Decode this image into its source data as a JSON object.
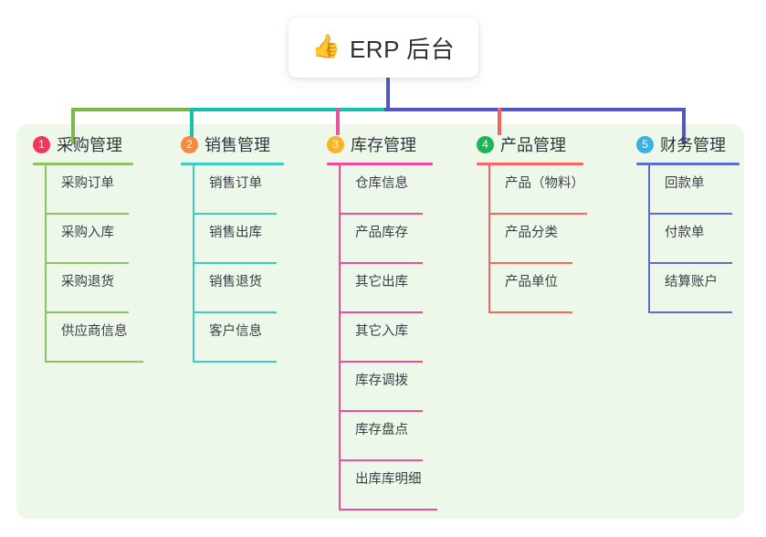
{
  "root": {
    "icon": "thumbs-up-icon",
    "icon_glyph": "👍",
    "title": "ERP 后台"
  },
  "colors": {
    "panel_bg": "#eef8ea",
    "stem": "#5356c4",
    "green": "#79ba47",
    "teal": "#17c2ad",
    "pink": "#e8559b",
    "red": "#f4635c",
    "blue": "#5356c4"
  },
  "columns": [
    {
      "number": "1",
      "title": "采购管理",
      "badge_color": "#ec3a5e",
      "line_color": "#8cc463",
      "items": [
        "采购订单",
        "采购入库",
        "采购退货",
        "供应商信息"
      ]
    },
    {
      "number": "2",
      "title": "销售管理",
      "badge_color": "#f58a41",
      "line_color": "#3fcbbf",
      "items": [
        "销售订单",
        "销售出库",
        "销售退货",
        "客户信息"
      ]
    },
    {
      "number": "3",
      "title": "库存管理",
      "badge_color": "#fab429",
      "line_color": "#ef4d9a",
      "items": [
        "仓库信息",
        "产品库存",
        "其它出库",
        "其它入库",
        "库存调拨",
        "库存盘点",
        "出库库明细"
      ]
    },
    {
      "number": "4",
      "title": "产品管理",
      "badge_color": "#20b455",
      "line_color": "#f8675f",
      "items": [
        "产品（物料）",
        "产品分类",
        "产品单位"
      ]
    },
    {
      "number": "5",
      "title": "财务管理",
      "badge_color": "#34b3e4",
      "line_color": "#5a6fd0",
      "items": [
        "回款单",
        "付款单",
        "结算账户"
      ]
    }
  ]
}
